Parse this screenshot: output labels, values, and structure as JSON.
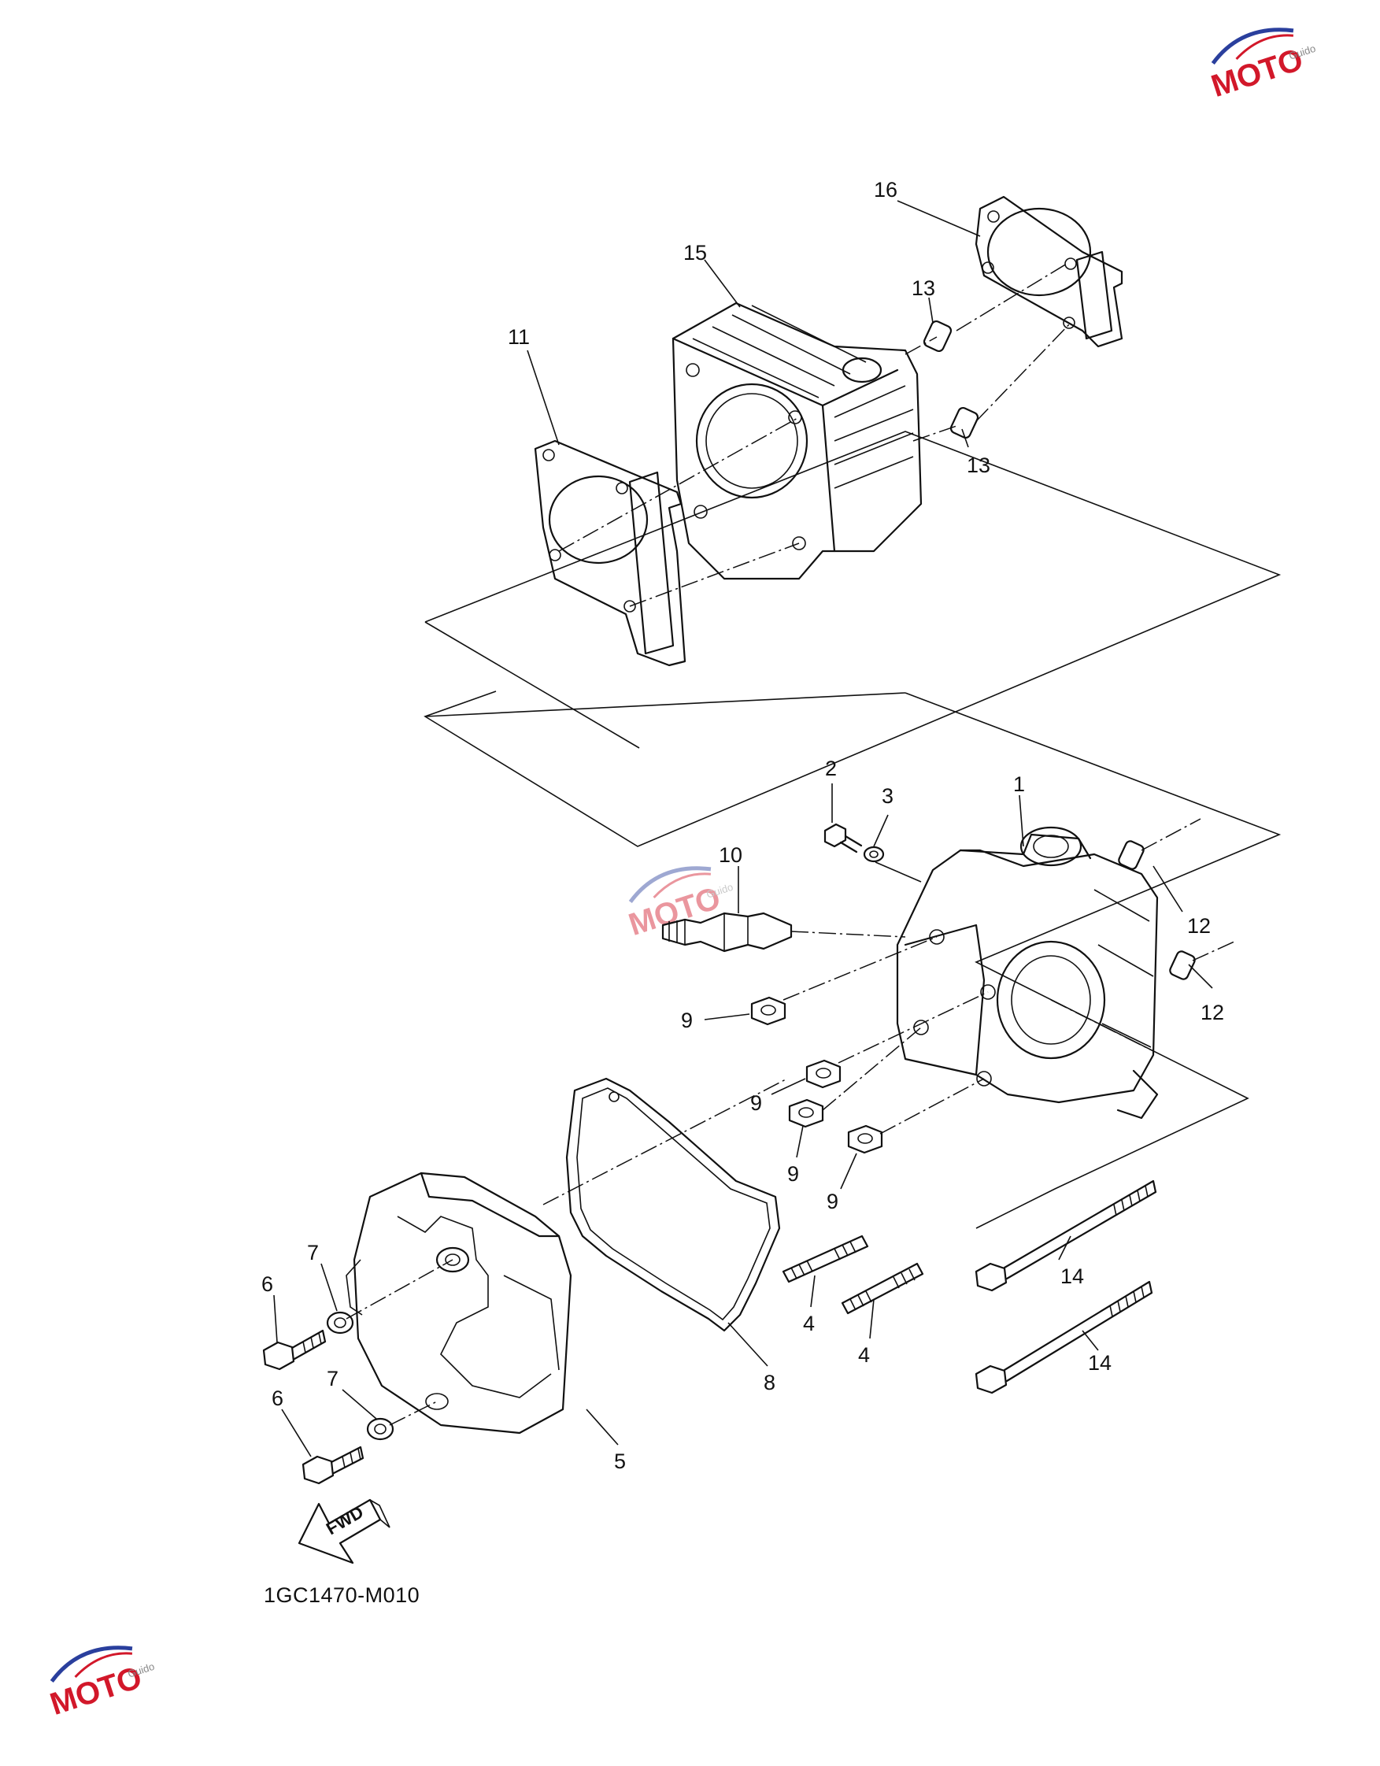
{
  "diagram": {
    "code": "1GC1470-M010",
    "fwd_label": "FWD",
    "labels": {
      "l1": "1",
      "l2": "2",
      "l3": "3",
      "l4a": "4",
      "l4b": "4",
      "l5": "5",
      "l6a": "6",
      "l6b": "6",
      "l7a": "7",
      "l7b": "7",
      "l8": "8",
      "l9a": "9",
      "l9b": "9",
      "l9c": "9",
      "l9d": "9",
      "l10": "10",
      "l11": "11",
      "l12a": "12",
      "l12b": "12",
      "l13a": "13",
      "l13b": "13",
      "l14a": "14",
      "l14b": "14",
      "l15": "15",
      "l16": "16"
    }
  },
  "watermark": {
    "text": "MOTO",
    "sub": "Guido",
    "color": "#d2182a"
  }
}
